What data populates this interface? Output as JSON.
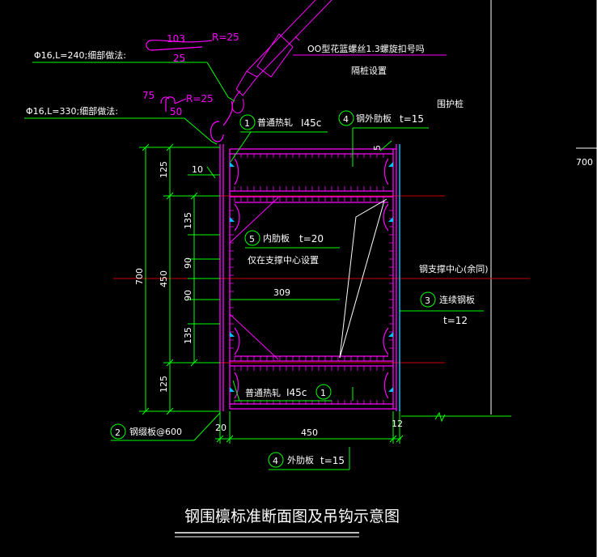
{
  "title": "钢围檩标准断面图及吊钩示意图",
  "hooks": {
    "hook1": {
      "spec": "Φ16,L=240;细部做法:",
      "dim_a": "103",
      "dim_b": "25",
      "radius": "R=25"
    },
    "hook2": {
      "spec": "Φ16,L=330;细部做法:",
      "dim_a": "75",
      "dim_b": "50",
      "radius": "R=25"
    }
  },
  "notes": {
    "turnbuckle": "OO型花篮螺丝1.3螺旋扣号吗",
    "turnbuckle_sub": "隔桩设置",
    "retaining_pile": "围护桩",
    "elevation_right": "700",
    "bracing_center": "钢支撑中心(余同)"
  },
  "callouts": {
    "c1_top": {
      "num": "1",
      "text": "普通热轧",
      "spec": "I45c"
    },
    "c4_top": {
      "num": "4",
      "text": "钢外肋板",
      "spec": "t=15"
    },
    "c5": {
      "num": "5",
      "text": "内肋板",
      "spec": "t=20",
      "note": "仅在支撑中心设置"
    },
    "c3": {
      "num": "3",
      "text": "连续钢板",
      "spec": "t=12"
    },
    "c1_bottom": {
      "num": "1",
      "text": "普通热轧",
      "spec": "I45c"
    },
    "c2": {
      "num": "2",
      "text": "钢缀板@600"
    },
    "c4_bottom": {
      "num": "4",
      "text": "外肋板",
      "spec": "t=15"
    }
  },
  "dims": {
    "left_total": "700",
    "left_mid": "450",
    "left_top": "125",
    "left_bottom": "125",
    "seg_135_top": "135",
    "seg_90_top": "90",
    "seg_90_bottom": "90",
    "seg_135_bottom": "135",
    "width_309": "309",
    "bottom_20": "20",
    "bottom_450": "450",
    "bottom_12": "12",
    "top_5": "5",
    "left_10": "10"
  }
}
